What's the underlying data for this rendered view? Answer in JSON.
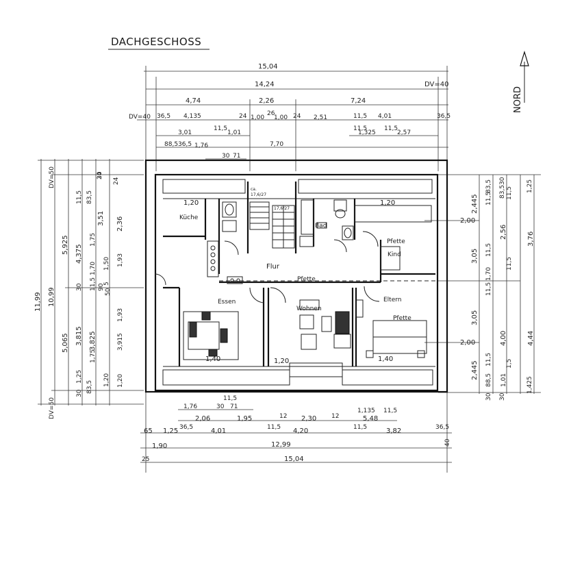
{
  "title": "DACHGESCHOSS",
  "north_label": "NORD",
  "rooms": {
    "kueche": "Küche",
    "flur": "Flur",
    "bad": "Bad",
    "kind": "Kind",
    "essen": "Essen",
    "wohnen": "Wohnen",
    "eltern": "Eltern",
    "pfette_center": "Pfette",
    "pfette_kind": "Pfette",
    "pfette_eltern": "Pfette"
  },
  "room_dims": {
    "kueche_top": "1,20",
    "kind_top": "1,20",
    "essen_bottom": "1,40",
    "eltern_bottom": "1,40",
    "wohnen_bottom": "1,20",
    "stair_a": "17,6/27",
    "stair_b": "17,6/27",
    "stair_c": "ca."
  },
  "top_dims": {
    "overall": "15,04",
    "row2": "14,24",
    "dv_right": "DV=40",
    "row3": [
      "4,74",
      "2,26",
      "7,24"
    ],
    "dv_left": "DV=40",
    "row4": [
      "36,5",
      "4,135",
      "24",
      "1,00",
      "26",
      "1,00",
      "24",
      "2,51",
      "11,5",
      "4,01",
      "36,5"
    ],
    "row4b": [
      "11,5",
      "1,325",
      "11,5",
      "2,57"
    ],
    "row5": [
      "3,01",
      "11,5",
      "1,01"
    ],
    "row6": [
      "88,5",
      "36,5",
      "1,76",
      "7,70"
    ],
    "row7": [
      "30",
      "71"
    ]
  },
  "bottom_dims": {
    "row1": [
      "1,76",
      "30",
      "71",
      "11,5"
    ],
    "row2": [
      "2,06",
      "1,95",
      "12",
      "2,30",
      "12",
      "1,135",
      "11,5",
      "5,48"
    ],
    "row3": [
      "65",
      "1,25",
      "36,5",
      "4,01",
      "11,5",
      "4,20",
      "11,5",
      "3,82",
      "36,5"
    ],
    "row4": [
      "1,90",
      "12,99",
      "40"
    ],
    "row5": [
      "25",
      "15,04"
    ]
  },
  "left_dims": {
    "overall": "11,99",
    "inner": "10,99",
    "dv_top": "DV=50",
    "dv_bottom": "DV=50",
    "col_a": [
      "5,925",
      "5,065"
    ],
    "col_b": [
      "11,5",
      "4,375",
      "30",
      "3,815",
      "1,25",
      "30"
    ],
    "col_c": [
      "83,5",
      "1,75",
      "1,70",
      "11,5",
      "1,75",
      "3,825",
      "83,5"
    ],
    "col_d": [
      "30",
      "3,51",
      "24",
      "1,50",
      "90",
      "1,20"
    ],
    "col_e": [
      "24",
      "2,36",
      "1,93",
      "1,93",
      "3,915",
      "1,20",
      "50",
      "5"
    ]
  },
  "right_dims": {
    "col_a": [
      "2,445",
      "3,05",
      "3,05",
      "2,445",
      "30"
    ],
    "col_b": [
      "83,5",
      "11,5",
      "11,5",
      "1,70",
      "11,5",
      "11,5",
      "88,5"
    ],
    "col_c": [
      "30",
      "83,5",
      "2,56",
      "4,00",
      "1,01",
      "30"
    ],
    "col_d": [
      "1,25",
      "3,76",
      "4,44",
      "1,425"
    ],
    "extra": [
      "2,00",
      "2,00",
      "11,5",
      "11,5",
      "1,5"
    ]
  }
}
